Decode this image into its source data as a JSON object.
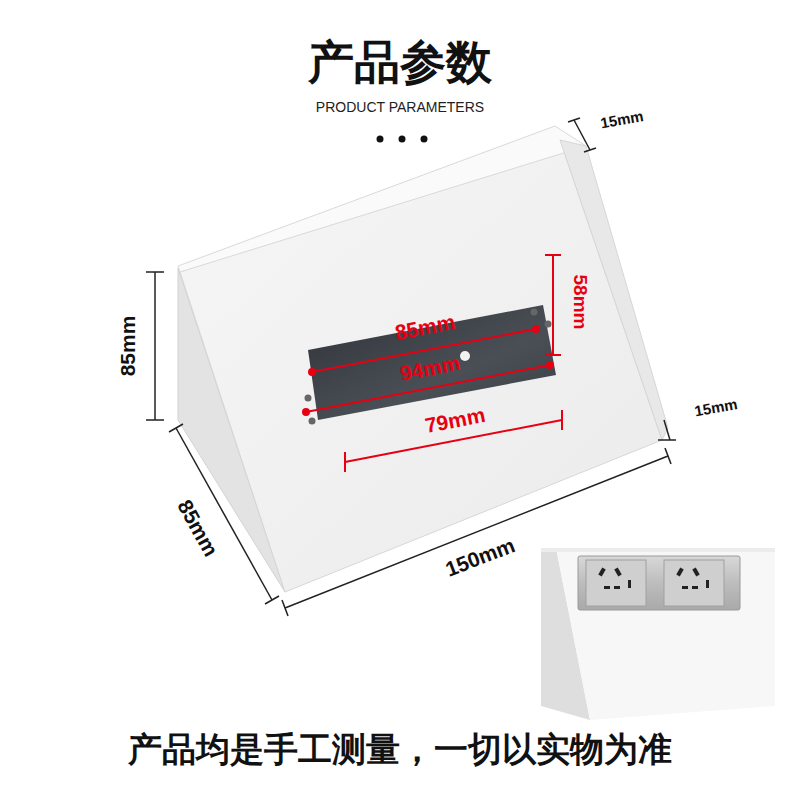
{
  "diagram": {
    "title": "产品参数",
    "caption": "产品均是手工测量，一切以实物为准",
    "labels": [
      "PRODUCT PARAMETERS",
      "15mm",
      "58mm",
      "85mm",
      "94mm",
      "79mm",
      "85mm",
      "15mm",
      "85mm",
      "150mm"
    ]
  }
}
